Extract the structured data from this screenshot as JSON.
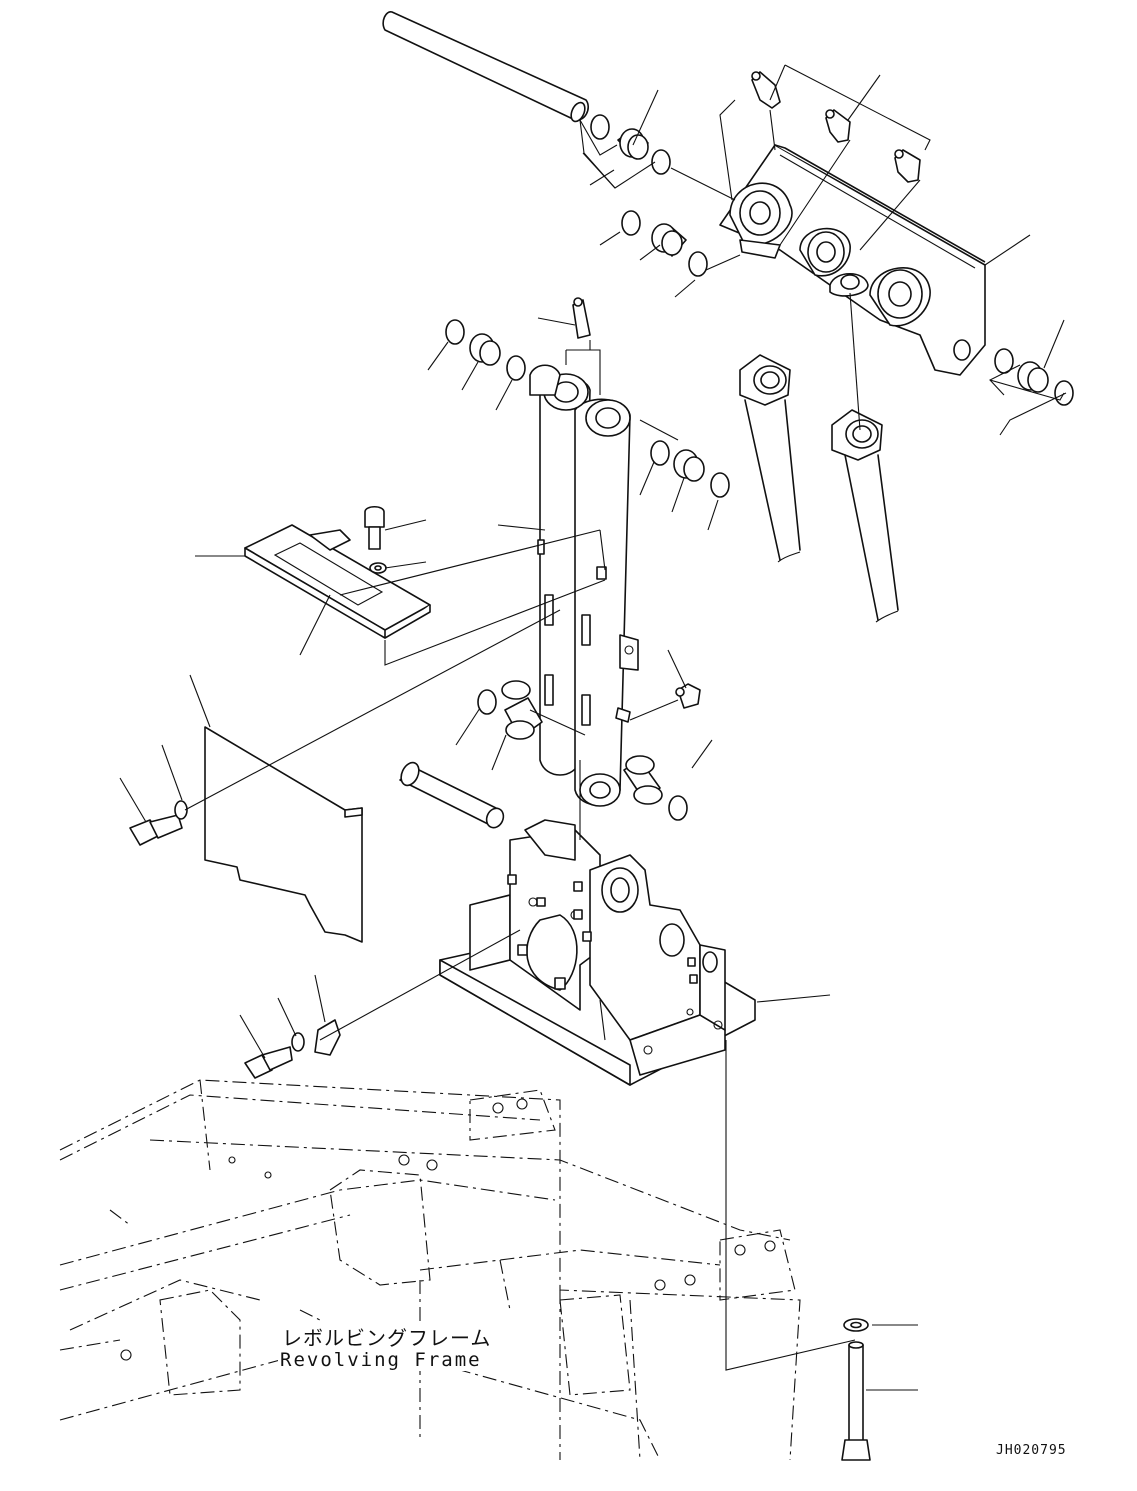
{
  "labels": {
    "frame_jp": "レボルビングフレーム",
    "frame_en": "Revolving Frame",
    "drawing_id": "JH020795"
  },
  "colors": {
    "line": "#111111",
    "background": "#ffffff"
  }
}
